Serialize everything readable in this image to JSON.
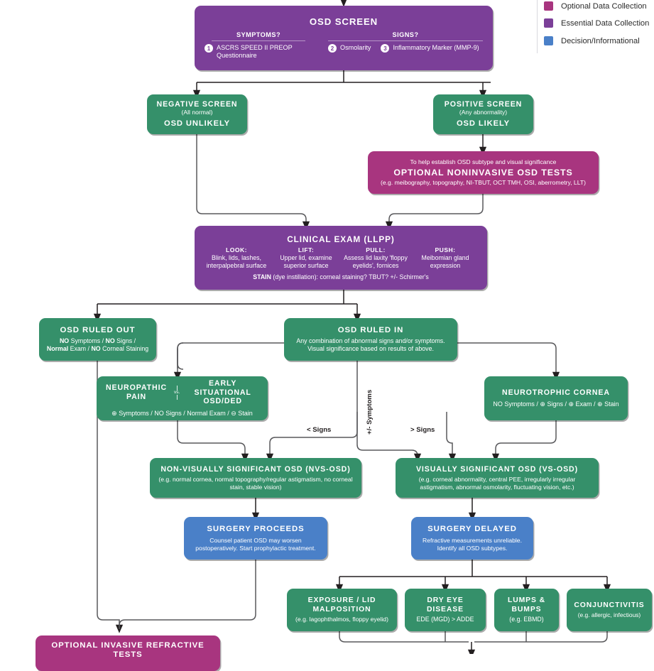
{
  "legend": {
    "items": [
      {
        "label": "Optional Data Collection",
        "color": "#a8357f"
      },
      {
        "label": "Essential Data Collection",
        "color": "#7b3f98"
      },
      {
        "label": "Decision/Informational",
        "color": "#4a80c8"
      }
    ]
  },
  "nodes": {
    "osd_screen": {
      "title": "OSD SCREEN",
      "left_header": "SYMPTOMS?",
      "right_header": "SIGNS?",
      "items": [
        {
          "num": "1",
          "text": "ASCRS SPEED II PREOP Questionnaire"
        },
        {
          "num": "2",
          "text": "Osmolarity"
        },
        {
          "num": "3",
          "text": "Inflammatory Marker (MMP-9)"
        }
      ]
    },
    "negative_screen": {
      "title": "NEGATIVE SCREEN",
      "sub": "(All normal)",
      "result": "OSD UNLIKELY"
    },
    "positive_screen": {
      "title": "POSITIVE SCREEN",
      "sub": "(Any abnormality)",
      "result": "OSD LIKELY"
    },
    "optional_noninvasive": {
      "pre": "To help establish OSD subtype and visual significance",
      "title": "OPTIONAL NONINVASIVE OSD TESTS",
      "sub": "(e.g. meibography, topography, NI-TBUT, OCT TMH, OSI, aberrometry, LLT)"
    },
    "clinical_exam": {
      "title": "CLINICAL EXAM (LLPP)",
      "columns": [
        {
          "head": "LOOK:",
          "body": "Blink, lids, lashes, interpalpebral surface"
        },
        {
          "head": "LIFT:",
          "body": "Upper lid, examine superior surface"
        },
        {
          "head": "PULL:",
          "body": "Assess lid laxity 'floppy eyelids', fornices"
        },
        {
          "head": "PUSH:",
          "body": "Meibomian gland expression"
        }
      ],
      "stain_label": "STAIN",
      "stain_text": " (dye instillation): corneal staining? TBUT? +/- Schirmer's"
    },
    "osd_ruled_out": {
      "title": "OSD RULED OUT",
      "line1_a": "NO",
      "line1_b": " Symptoms / ",
      "line1_c": "NO",
      "line1_d": " Signs /",
      "line2_a": "Normal",
      "line2_b": " Exam / ",
      "line2_c": "NO",
      "line2_d": " Corneal Staining"
    },
    "osd_ruled_in": {
      "title": "OSD RULED IN",
      "sub": "Any combination of abnormal signs and/or symptoms. Visual significance based on results of above."
    },
    "neuropathic": {
      "title_left": "NEUROPATHIC PAIN",
      "vs": "vs.",
      "title_right": "EARLY SITUATIONAL OSD/DED",
      "criteria": "⊕ Symptoms / NO Signs / Normal Exam / ⊖ Stain"
    },
    "neurotrophic": {
      "title": "NEUROTROPHIC CORNEA",
      "criteria": "NO Symptoms / ⊕ Signs / ⊕ Exam / ⊕ Stain"
    },
    "nvs_osd": {
      "title": "NON-VISUALLY SIGNIFICANT OSD (NVS-OSD)",
      "sub": "(e.g. normal cornea, normal topography/regular astigmatism, no corneal stain, stable vision)"
    },
    "vs_osd": {
      "title": "VISUALLY SIGNIFICANT OSD (VS-OSD)",
      "sub": "(e.g. corneal abnormality, central PEE, irregularly irregular astigmatism, abnormal osmolarity, fluctuating vision, etc.)"
    },
    "surgery_proceeds": {
      "title": "SURGERY PROCEEDS",
      "sub": "Counsel patient OSD may worsen postoperatively. Start prophylactic treatment."
    },
    "surgery_delayed": {
      "title": "SURGERY DELAYED",
      "sub": "Refractive measurements unreliable. Identify all OSD subtypes."
    },
    "exposure": {
      "title": "EXPOSURE / LID MALPOSITION",
      "sub": "(e.g. lagophthalmos, floppy eyelid)"
    },
    "dry_eye": {
      "title": "DRY EYE DISEASE",
      "sub": "EDE (MGD) > ADDE"
    },
    "lumps": {
      "title": "LUMPS & BUMPS",
      "sub": "(e.g. EBMD)"
    },
    "conjunctivitis": {
      "title": "CONJUNCTIVITIS",
      "sub": "(e.g. allergic, infectious)"
    },
    "optional_invasive": {
      "title": "OPTIONAL INVASIVE REFRACTIVE TESTS"
    }
  },
  "edge_labels": {
    "less_signs": "< Signs",
    "plus_minus_symptoms": "+/- Symptoms",
    "more_signs": "> Signs"
  }
}
